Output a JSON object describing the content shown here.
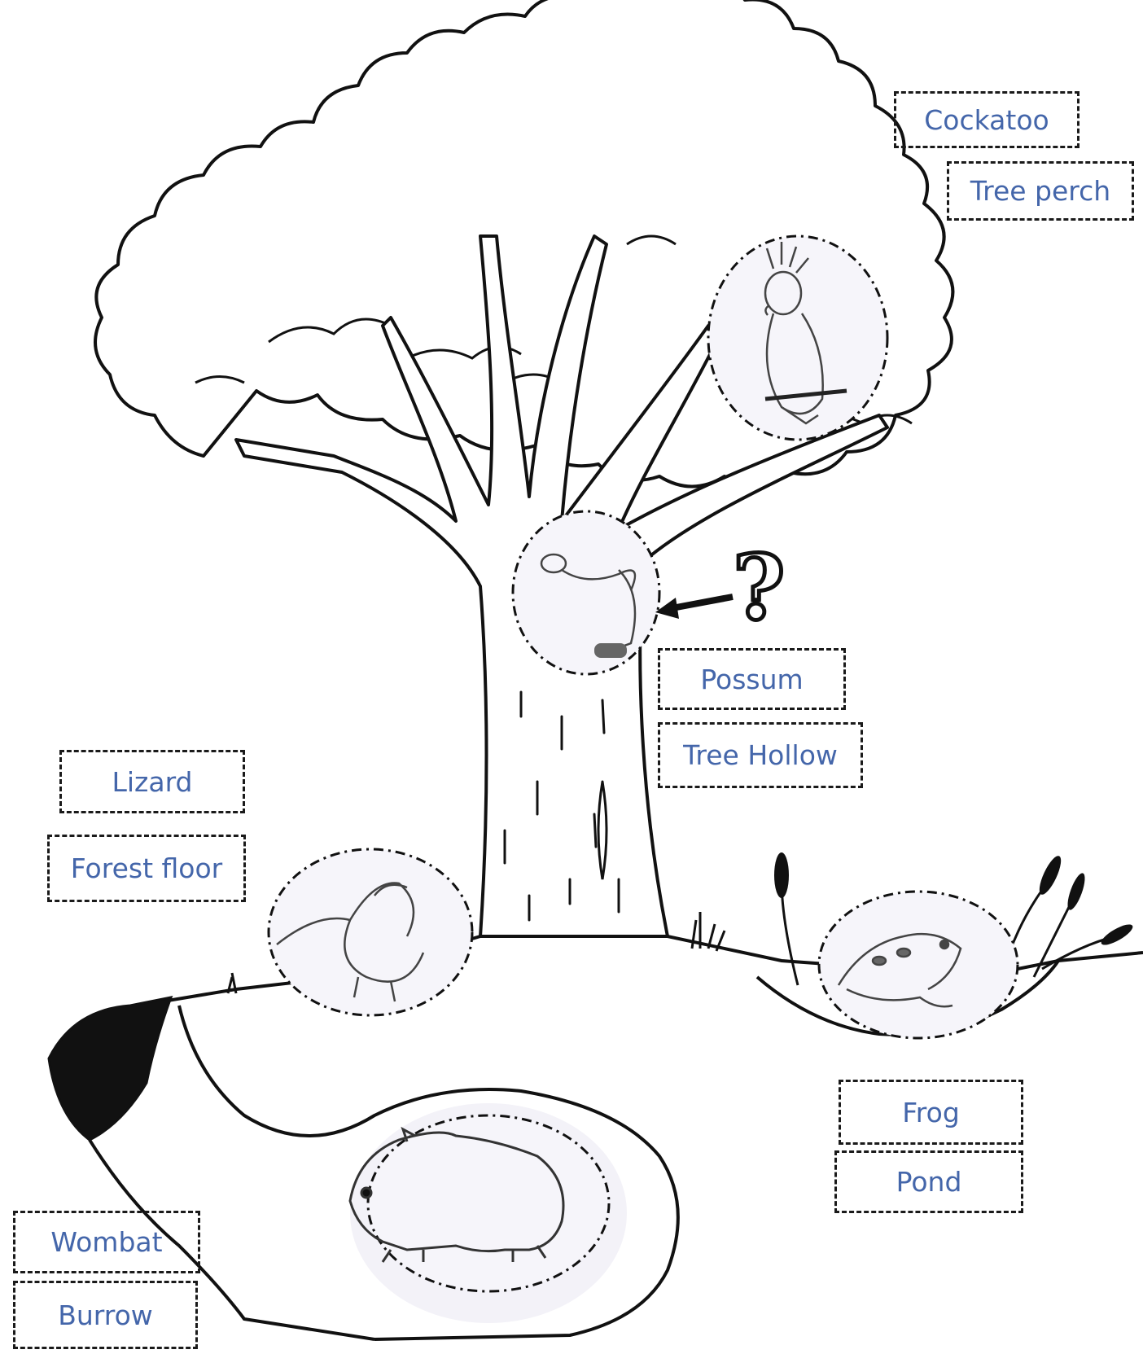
{
  "labels": {
    "cockatoo": "Cockatoo",
    "tree_perch": "Tree perch",
    "possum": "Possum",
    "tree_hollow": "Tree Hollow",
    "lizard": "Lizard",
    "forest_floor": "Forest floor",
    "frog": "Frog",
    "pond": "Pond",
    "wombat": "Wombat",
    "burrow": "Burrow"
  },
  "question_mark": "?",
  "colors": {
    "label_text": "#4466aa",
    "line": "#111111",
    "fill": "#ffffff"
  },
  "icons": [
    "cockatoo-icon",
    "possum-icon",
    "lizard-icon",
    "frog-icon",
    "wombat-icon",
    "arrow-icon"
  ]
}
